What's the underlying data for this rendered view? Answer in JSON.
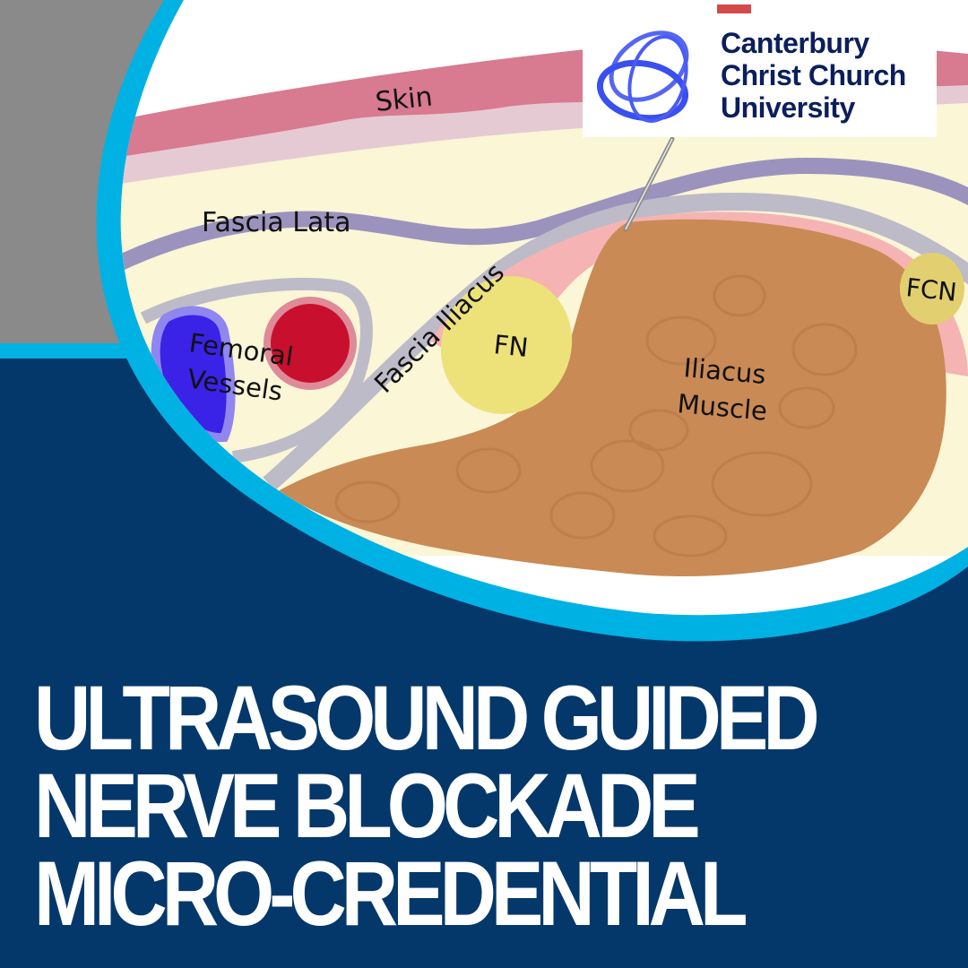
{
  "logo": {
    "icon": "interlocking-rings-icon",
    "lines": [
      "Canterbury",
      "Christ Church",
      "University"
    ],
    "text_color": "#0b1f5c",
    "icon_color": "#3a4ff0"
  },
  "diagram": {
    "title": "Fascia iliaca ultrasound anatomy",
    "labels": {
      "skin": "Skin",
      "fascia_lata": "Fascia Lata",
      "fascia_iliacus": "Fascia Iliacus",
      "femoral_vessels_line1": "Femoral",
      "femoral_vessels_line2": "Vessels",
      "fn": "FN",
      "fcn": "FCN",
      "iliacus_line1": "Iliacus",
      "iliacus_line2": "Muscle"
    },
    "colors": {
      "skin": "#d87a90",
      "subcutaneous": "#faf6d6",
      "fascia_lata": "#9b93bd",
      "fascia_iliacus": "#bdbbc8",
      "artery": "#c8102e",
      "vein": "#3a22e6",
      "nerve": "#ede27a",
      "muscle": "#c98a55",
      "perineural": "#f6b3b3"
    }
  },
  "theme": {
    "navy": "#04386b",
    "cyan": "#00b2e3",
    "grey": "#8a8a8a"
  },
  "headline": {
    "lines": [
      "ULTRASOUND GUIDED",
      "NERVE BLOCKADE",
      "MICRO-CREDENTIAL"
    ]
  }
}
